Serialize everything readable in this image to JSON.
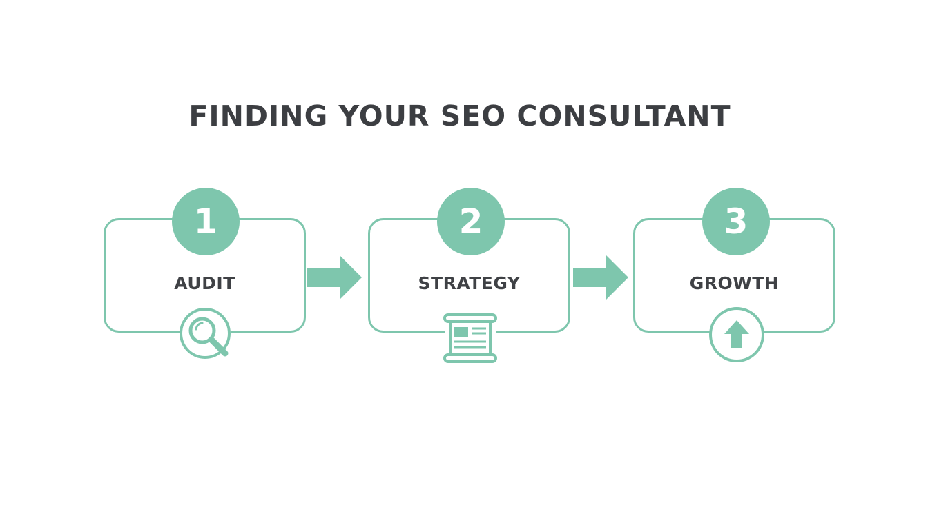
{
  "title": "FINDING YOUR SEO CONSULTANT",
  "accent_color": "#7ec6ad",
  "text_color": "#3c3e42",
  "steps": [
    {
      "number": "1",
      "label": "AUDIT",
      "icon": "magnifier-icon"
    },
    {
      "number": "2",
      "label": "STRATEGY",
      "icon": "scroll-document-icon"
    },
    {
      "number": "3",
      "label": "GROWTH",
      "icon": "up-arrow-circle-icon"
    }
  ]
}
